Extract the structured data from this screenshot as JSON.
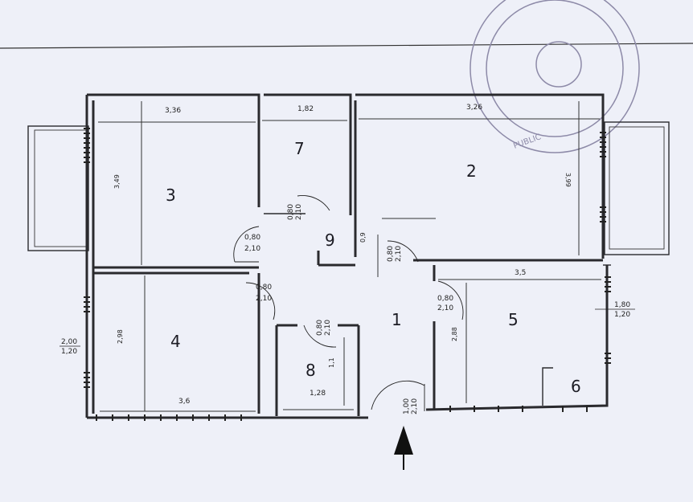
{
  "rooms": {
    "r1": "1",
    "r2": "2",
    "r3": "3",
    "r4": "4",
    "r5": "5",
    "r6": "6",
    "r7": "7",
    "r8": "8",
    "r9": "9"
  },
  "dimensions": {
    "room3_width": "3,36",
    "room3_height": "3,49",
    "room7_width": "1,82",
    "room2_width": "3,26",
    "room2_height": "3,99",
    "room4_width": "3,6",
    "room4_height": "2,98",
    "room5_width": "3,5",
    "room5_height": "2,88",
    "room8_width": "1,28",
    "room8_height": "1,1",
    "room9_height": "0,9"
  },
  "doors": {
    "d3_top": "0,80",
    "d3_bot": "2,10",
    "d7_top": "0,80",
    "d7_bot": "2,10",
    "d2_top": "0,80",
    "d2_bot": "2,10",
    "d4_top": "0,80",
    "d4_bot": "2,10",
    "d5_top": "0,80",
    "d5_bot": "2,10",
    "d8_top": "0,80",
    "d8_bot": "2,10",
    "entry_top": "1,00",
    "entry_bot": "2,10"
  },
  "windows": {
    "w4_top": "2,00",
    "w4_bot": "1,20",
    "w5_top": "1,80",
    "w5_bot": "1,20"
  },
  "stamp": {
    "text": "PUBLIC"
  }
}
